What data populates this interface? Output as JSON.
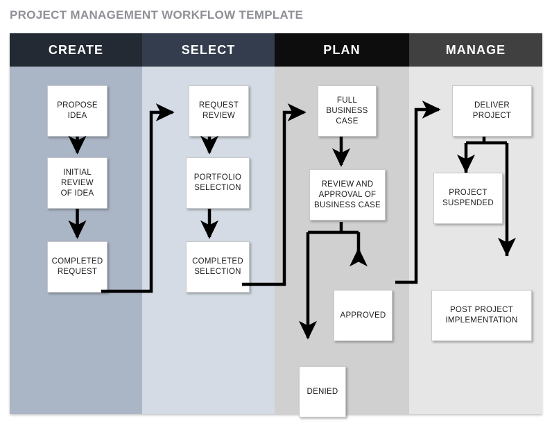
{
  "page_title": "PROJECT MANAGEMENT WORKFLOW TEMPLATE",
  "colors": {
    "title_text": "#8e9096",
    "header_create": "#242a33",
    "header_select": "#333d4d",
    "header_plan": "#0d0d0d",
    "header_manage": "#404040",
    "body_create": "#aab5c6",
    "body_select": "#d4dbe4",
    "body_plan": "#d0d0d0",
    "body_manage": "#e6e6e6",
    "node_fill": "#ffffff",
    "node_text": "#1c1c1c",
    "connector": "#000000"
  },
  "columns": [
    {
      "id": "create",
      "label": "CREATE",
      "header_color": "#242a33",
      "body_color": "#aab5c6",
      "nodes": [
        {
          "id": "propose-idea",
          "label": "PROPOSE\nIDEA"
        },
        {
          "id": "initial-review-of-idea",
          "label": "INITIAL\nREVIEW\nOF IDEA"
        },
        {
          "id": "completed-request",
          "label": "COMPLETED\nREQUEST"
        }
      ]
    },
    {
      "id": "select",
      "label": "SELECT",
      "header_color": "#333d4d",
      "body_color": "#d4dbe4",
      "nodes": [
        {
          "id": "request-review",
          "label": "REQUEST\nREVIEW"
        },
        {
          "id": "portfolio-selection",
          "label": "PORTFOLIO\nSELECTION"
        },
        {
          "id": "completed-selection",
          "label": "COMPLETED\nSELECTION"
        }
      ]
    },
    {
      "id": "plan",
      "label": "PLAN",
      "header_color": "#0d0d0d",
      "body_color": "#d0d0d0",
      "nodes": [
        {
          "id": "full-business-case",
          "label": "FULL\nBUSINESS\nCASE"
        },
        {
          "id": "review-and-approval-of-business-case",
          "label": "REVIEW AND\nAPPROVAL OF\nBUSINESS CASE"
        },
        {
          "id": "approved",
          "label": "APPROVED"
        },
        {
          "id": "denied",
          "label": "DENIED"
        }
      ]
    },
    {
      "id": "manage",
      "label": "MANAGE",
      "header_color": "#404040",
      "body_color": "#e6e6e6",
      "nodes": [
        {
          "id": "deliver-project",
          "label": "DELIVER\nPROJECT"
        },
        {
          "id": "project-suspended",
          "label": "PROJECT\nSUSPENDED"
        },
        {
          "id": "post-project-implementation",
          "label": "POST PROJECT\nIMPLEMENTATION"
        }
      ]
    }
  ],
  "connections": [
    {
      "from": "propose-idea",
      "to": "initial-review-of-idea"
    },
    {
      "from": "initial-review-of-idea",
      "to": "completed-request"
    },
    {
      "from": "completed-request",
      "to": "request-review"
    },
    {
      "from": "request-review",
      "to": "portfolio-selection"
    },
    {
      "from": "portfolio-selection",
      "to": "completed-selection"
    },
    {
      "from": "completed-selection",
      "to": "full-business-case"
    },
    {
      "from": "full-business-case",
      "to": "review-and-approval-of-business-case"
    },
    {
      "from": "review-and-approval-of-business-case",
      "to": "approved"
    },
    {
      "from": "review-and-approval-of-business-case",
      "to": "denied"
    },
    {
      "from": "approved",
      "to": "deliver-project"
    },
    {
      "from": "deliver-project",
      "to": "project-suspended"
    },
    {
      "from": "deliver-project",
      "to": "post-project-implementation"
    }
  ]
}
